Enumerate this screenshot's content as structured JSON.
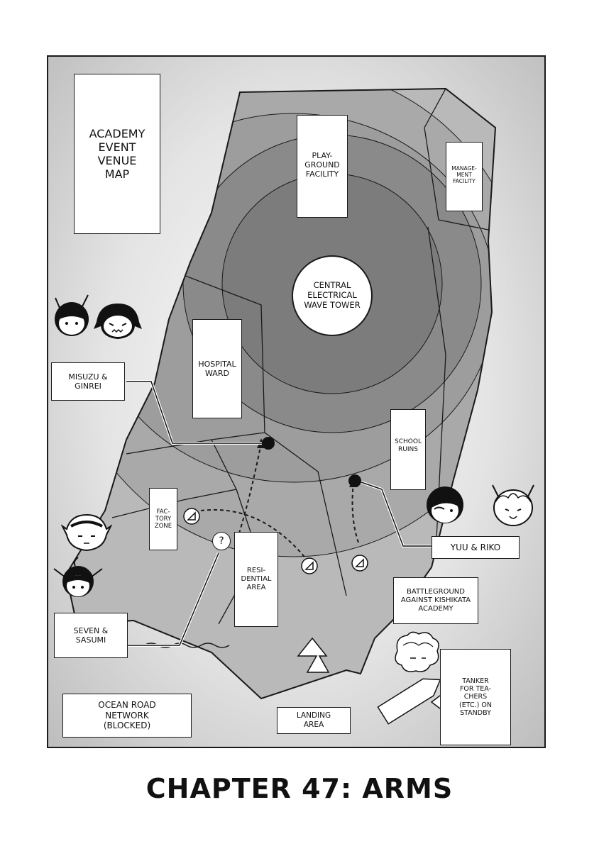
{
  "map_title": "ACADEMY\nEVENT\nVENUE\nMAP",
  "locations": {
    "playground": "PLAY-\nGROUND\nFACILITY",
    "management": "MANAGE-\nMENT\nFACILITY",
    "tower": "CENTRAL\nELECTRICAL\nWAVE TOWER",
    "hospital": "HOSPITAL\nWARD",
    "school": "SCHOOL\nRUINS",
    "factory": "FAC-\nTORY\nZONE",
    "residential": "RESI-\nDENTIAL\nAREA",
    "battleground": "BATTLEGROUND\nAGAINST KISHIKATA\nACADEMY",
    "landing": "LANDING\nAREA",
    "ocean_road": "OCEAN ROAD\nNETWORK\n(BLOCKED)",
    "tanker": "TANKER\nFOR TEA-\nCHERS\n(ETC.) ON\nSTANDBY"
  },
  "teams": {
    "misuzu_ginrei": "MISUZU &\nGINREI",
    "yuu_riko": "YUU & RIKO",
    "seven_sasumi": "SEVEN &\nSASUMI"
  },
  "unknown_marker": "?",
  "chapter_title": "CHAPTER 47: ARMS",
  "colors": {
    "outer_zone": "#b9b9b9",
    "middle_ring": "#a6a6a6",
    "inner_ring": "#8e8e8e",
    "ink": "#1a1a1a"
  }
}
